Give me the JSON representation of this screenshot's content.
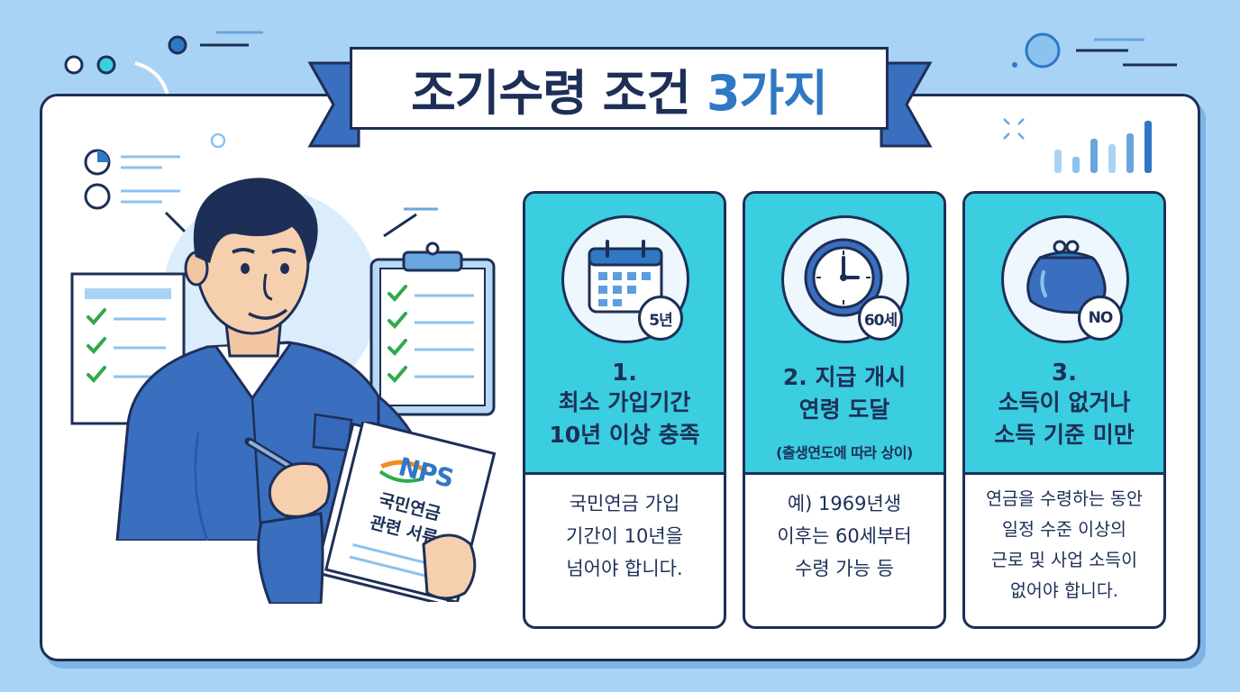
{
  "title": {
    "main": "조기수령 조건",
    "highlight": "3가지"
  },
  "colors": {
    "background": "#a9d3f5",
    "navy": "#1d2f57",
    "accent_blue": "#2f78c4",
    "card_cyan": "#3bcde0",
    "shirt_blue": "#3a6fc0"
  },
  "document": {
    "logo": "NPS",
    "title_line1": "국민연금",
    "title_line2": "관련 서류"
  },
  "cards": [
    {
      "number": "1.",
      "title_lines": [
        "최소 가입기간",
        "10년 이상 충족"
      ],
      "icon": "calendar-icon",
      "badge": "5년",
      "body_lines": [
        "국민연금 가입",
        "기간이 10년을",
        "넘어야 합니다."
      ]
    },
    {
      "number": "",
      "title_lines": [
        "2. 지급 개시",
        "연령 도달"
      ],
      "note": "(출생연도에 따라 상이)",
      "icon": "clock-icon",
      "badge": "60세",
      "body_lines": [
        "예) 1969년생",
        "이후는 60세부터",
        "수령 가능 등"
      ]
    },
    {
      "number": "3.",
      "title_lines": [
        "소득이 없거나",
        "소득 기준 미만"
      ],
      "icon": "coin-purse-icon",
      "badge": "NO",
      "body_lines": [
        "연금을 수령하는 동안",
        "일정 수준 이상의",
        "근로 및 사업 소득이",
        "없어야 합니다."
      ]
    }
  ]
}
